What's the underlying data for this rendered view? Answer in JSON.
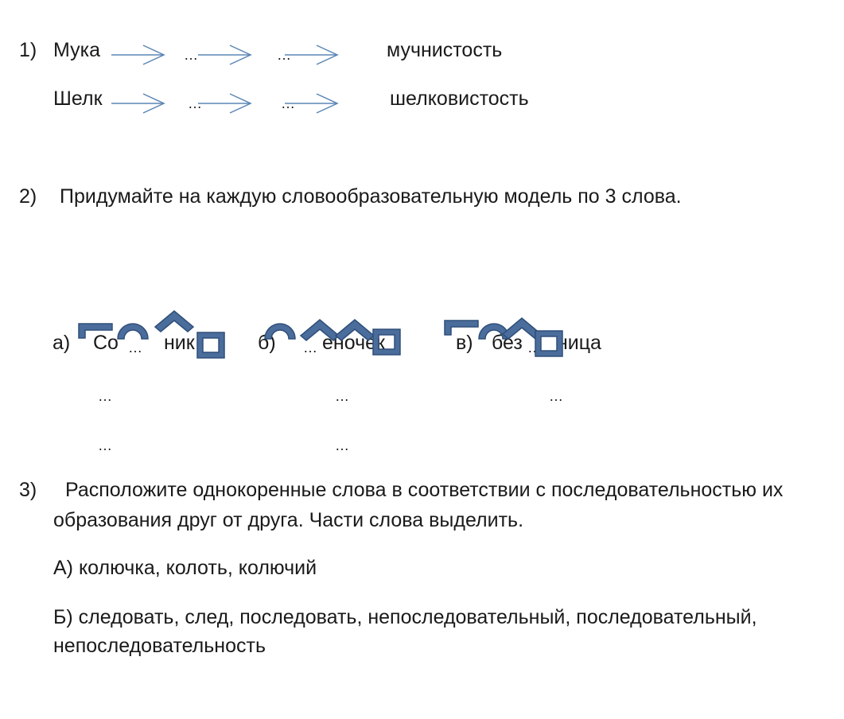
{
  "task1": {
    "num": "1)",
    "rows": [
      {
        "word": "Мука",
        "step1": "…",
        "step2": "…",
        "result": "мучнистость"
      },
      {
        "word": "Шелк",
        "step1": "…",
        "step2": "…",
        "result": "шелковистость"
      }
    ]
  },
  "task2": {
    "num": "2)",
    "text": "Придумайте на каждую словообразовательную модель по 3 слова.",
    "models": [
      {
        "letter": "а)",
        "parts": [
          "Со",
          "…",
          "ник"
        ],
        "examples": [
          "…",
          "…"
        ]
      },
      {
        "letter": "б)",
        "parts": [
          "…",
          "еночек"
        ],
        "examples": [
          "…",
          "…"
        ]
      },
      {
        "letter": "в)",
        "parts": [
          "без",
          "…",
          "ниц",
          "а"
        ],
        "examples": [
          "…"
        ]
      }
    ]
  },
  "task3": {
    "num": "3)",
    "line1": "Расположите однокоренные слова в соответствии с последовательностью их",
    "line2": "образования друг от друга. Части слова выделить.",
    "a": "А) колючка, колоть, колючий",
    "b1": "Б) следовать, след, последовать, непоследовательный, последовательный,",
    "b2": "непоследовательность"
  },
  "colors": {
    "accent": "#4a6d9c",
    "arrow": "#5b85b5",
    "text": "#1a1a1a"
  }
}
